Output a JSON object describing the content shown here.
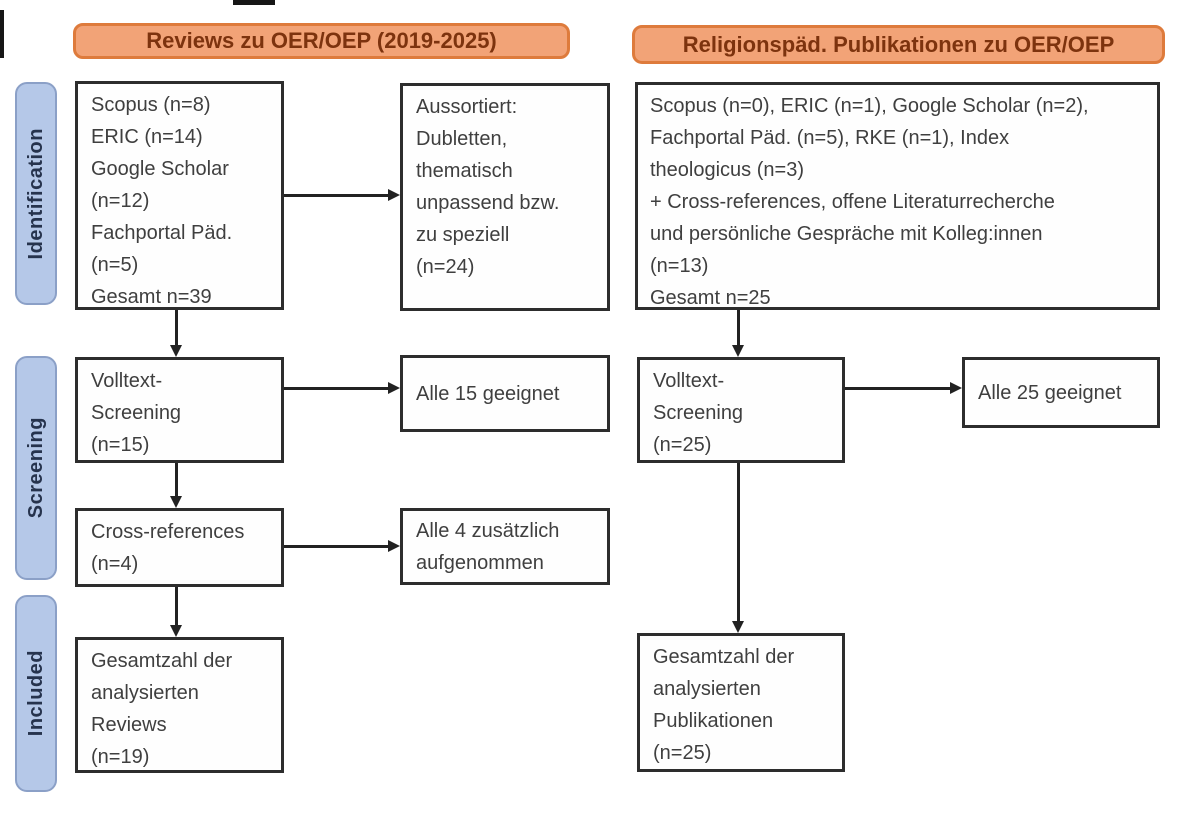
{
  "headers": {
    "left": "Reviews zu OER/OEP (2019-2025)",
    "right": "Religionspäd. Publikationen zu OER/OEP"
  },
  "stages": {
    "identification": "Identification",
    "screening": "Screening",
    "included": "Included"
  },
  "left_column": {
    "sources": [
      "Scopus (n=8)",
      "ERIC (n=14)",
      "Google Scholar",
      "(n=12)",
      "Fachportal Päd.",
      "(n=5)",
      "Gesamt n=39"
    ],
    "excluded": [
      "Aussortiert:",
      "Dubletten,",
      "thematisch",
      "unpassend bzw.",
      "zu speziell",
      "(n=24)"
    ],
    "fulltext_screening": [
      "Volltext-",
      "Screening",
      "(n=15)"
    ],
    "fulltext_result": "Alle 15 geeignet",
    "crossref": [
      "Cross-references",
      "(n=4)"
    ],
    "crossref_result": [
      "Alle 4 zusätzlich",
      "aufgenommen"
    ],
    "included_total": [
      "Gesamtzahl der",
      "analysierten",
      "Reviews",
      "(n=19)"
    ]
  },
  "right_column": {
    "sources": [
      "Scopus (n=0), ERIC (n=1), Google Scholar (n=2),",
      "Fachportal Päd. (n=5), RKE (n=1), Index",
      "theologicus (n=3)",
      "+ Cross-references, offene Literaturrecherche",
      "und persönliche Gespräche mit Kolleg:innen",
      "(n=13)",
      "Gesamt n=25"
    ],
    "fulltext_screening": [
      "Volltext-",
      "Screening",
      "(n=25)"
    ],
    "fulltext_result": "Alle 25 geeignet",
    "included_total": [
      "Gesamtzahl der",
      "analysierten",
      "Publikationen",
      "(n=25)"
    ]
  },
  "colors": {
    "header_fill": "#F2A377",
    "header_border": "#DE7B3C",
    "header_text": "#7D330E",
    "stage_fill": "#B5C8E8",
    "stage_border": "#8BA0C7",
    "box_border": "#2D2D2D",
    "box_text": "#3F3F3F",
    "arrow": "#222222"
  }
}
